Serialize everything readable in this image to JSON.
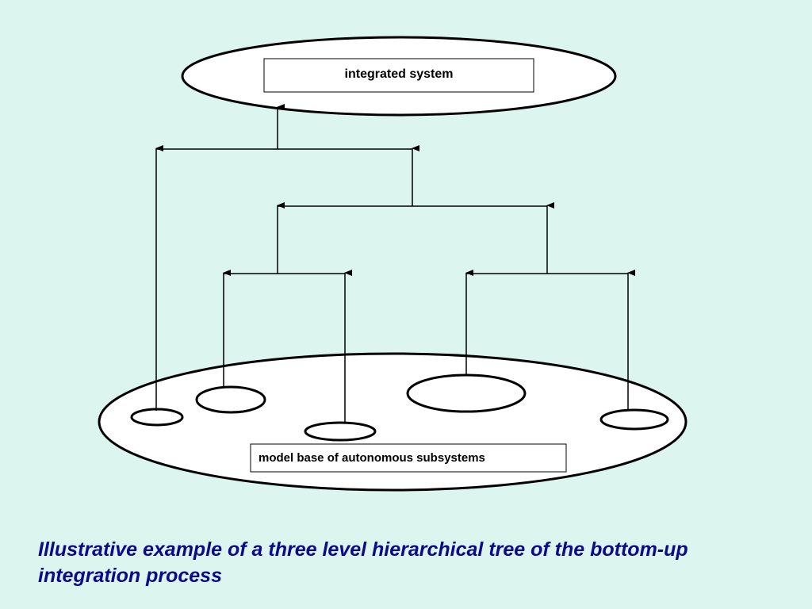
{
  "diagram": {
    "top_node": {
      "label": "integrated system"
    },
    "bottom_node": {
      "label": "model base of autonomous subsystems"
    }
  },
  "caption": "Illustrative example of a three level hierarchical tree of the bottom-up integration process",
  "colors": {
    "background": "#dcf5ef",
    "caption_text": "#0a0a8c",
    "stroke": "#000000",
    "fill": "#ffffff"
  }
}
